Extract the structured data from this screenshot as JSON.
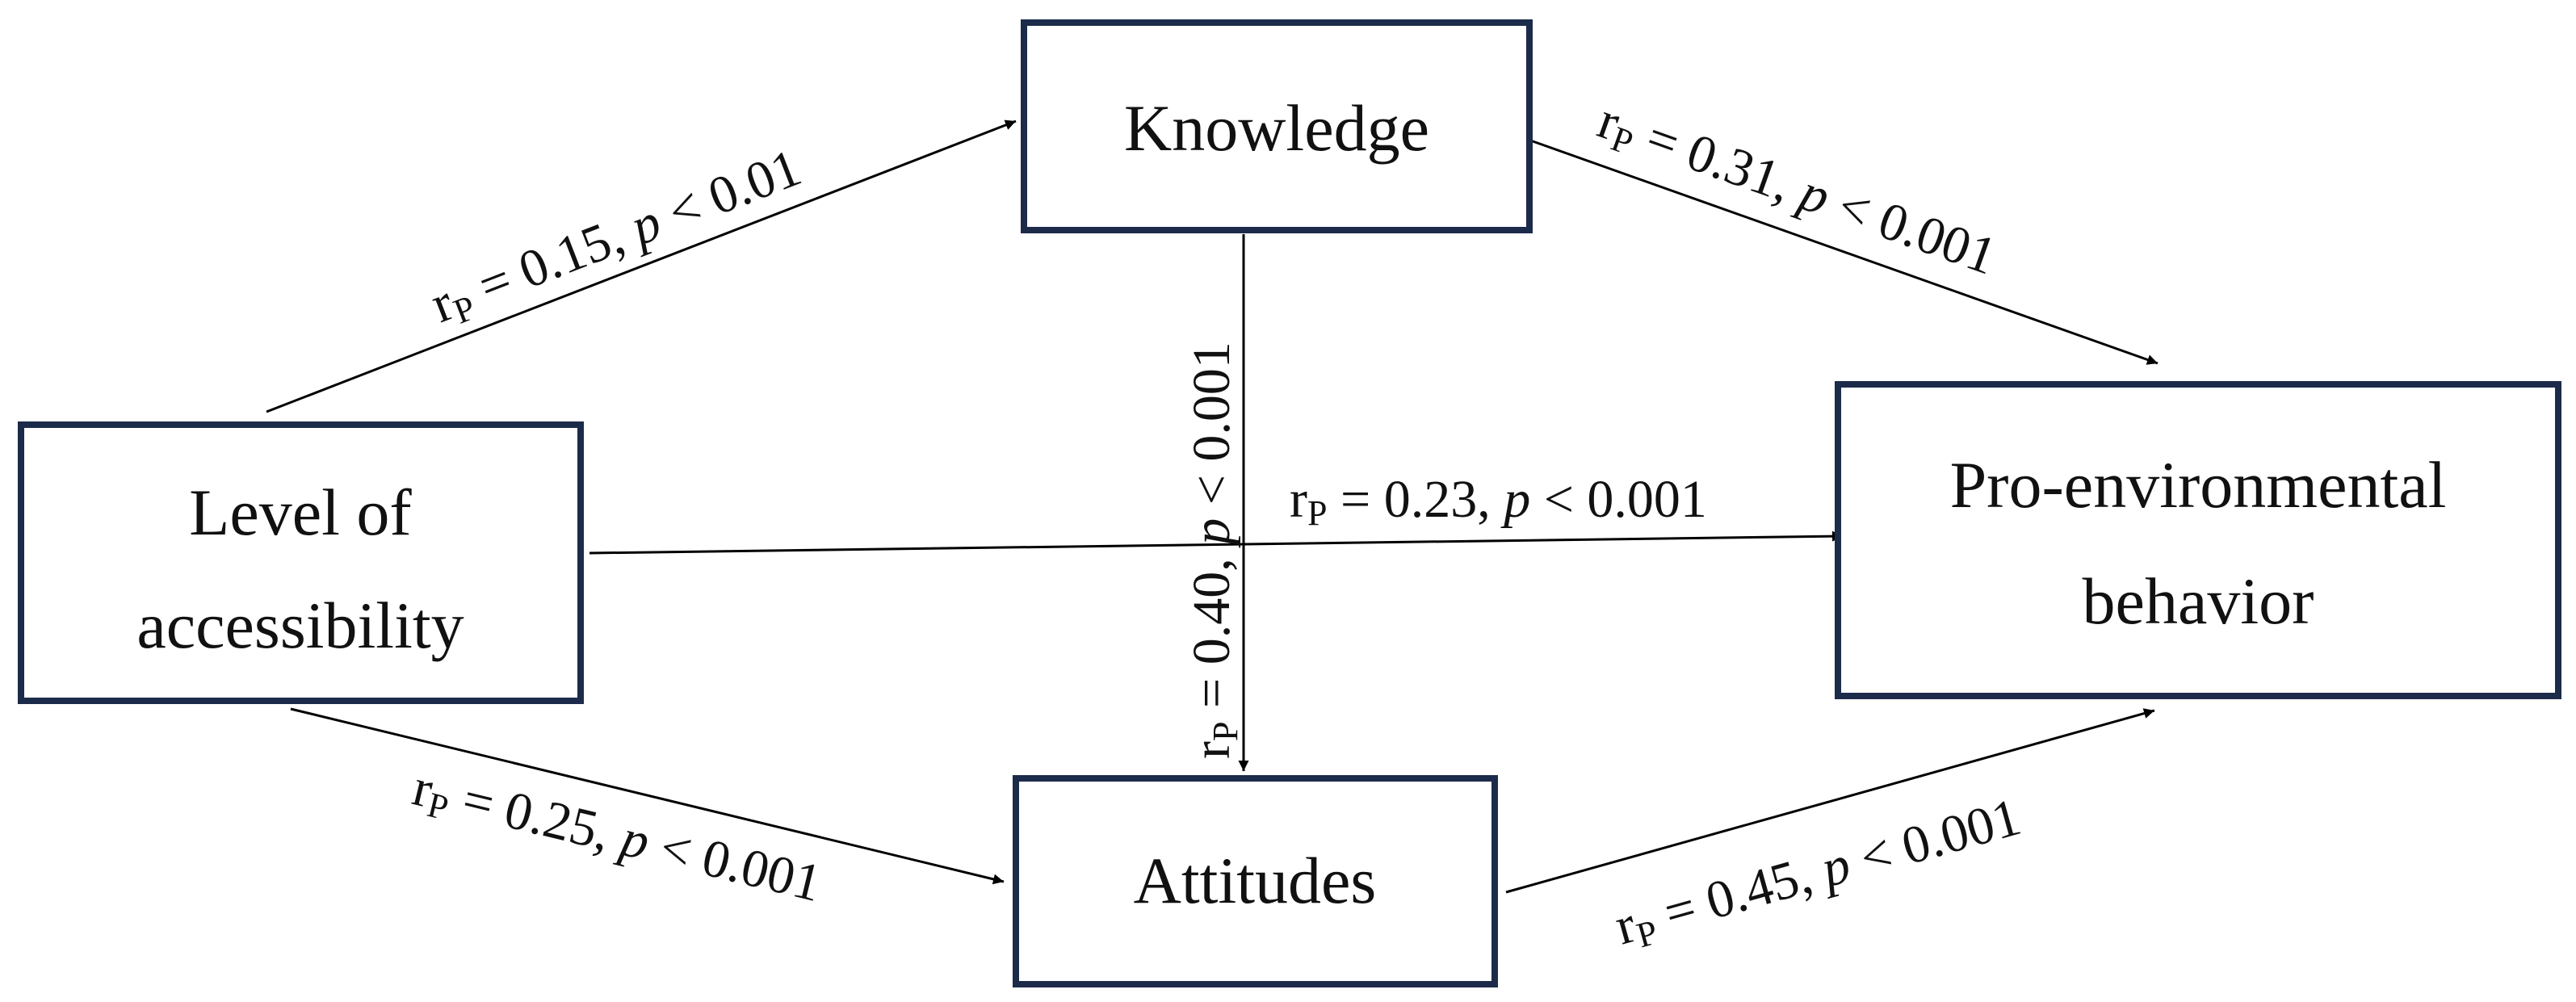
{
  "nodes": {
    "accessibility": {
      "line1": "Level of",
      "line2": "accessibility"
    },
    "knowledge": {
      "label": "Knowledge"
    },
    "attitudes": {
      "label": "Attitudes"
    },
    "behavior": {
      "line1": "Pro-environmental",
      "line2": "behavior"
    }
  },
  "edges": {
    "acc_know": {
      "r": "r",
      "sub": "P",
      "eq": " = 0.15, ",
      "p": "p",
      "cmp": " < 0.01"
    },
    "know_beh": {
      "r": "r",
      "sub": "P",
      "eq": " = 0.31, ",
      "p": "p",
      "cmp": " < 0.001"
    },
    "know_att": {
      "r": "r",
      "sub": "P",
      "eq": " = 0.40, ",
      "p": "p",
      "cmp": " < 0.001"
    },
    "acc_beh": {
      "r": "r",
      "sub": "P",
      "eq": " = 0.23, ",
      "p": "p",
      "cmp": " < 0.001"
    },
    "acc_att": {
      "r": "r",
      "sub": "P",
      "eq": " = 0.25, ",
      "p": "p",
      "cmp": " < 0.001"
    },
    "att_beh": {
      "r": "r",
      "sub": "P",
      "eq": " = 0.45, ",
      "p": "p",
      "cmp": " < 0.001"
    }
  },
  "colors": {
    "box_border": "#1c2b4a",
    "line": "#000000",
    "text": "#111111"
  }
}
